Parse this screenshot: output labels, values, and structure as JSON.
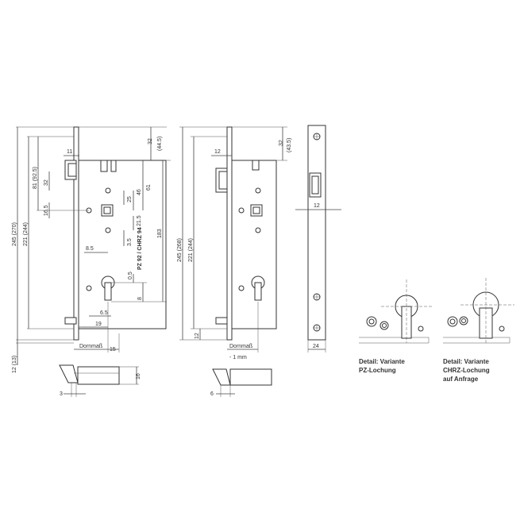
{
  "colors": {
    "line": "#444444",
    "text": "#333333",
    "background": "#ffffff"
  },
  "view1": {
    "labels": {
      "d11": "11",
      "d32": "32",
      "d44_5": "(44.5)",
      "d245": "245 (270)",
      "d221": "221 (244)",
      "d81": "81 (92.5)",
      "d32b": "32",
      "d16_5": "16.5",
      "d25": "25",
      "d46": "46",
      "d61": "61",
      "d183": "183",
      "d3_5": "3.5",
      "d21_5": "21.5",
      "d8_5": "8.5",
      "dpz": "PZ 92 / CHRZ 94",
      "d0_5": "0.5",
      "d8": "8",
      "d6_5": "6.5",
      "d19": "19",
      "d12": "12 (13)",
      "dorn": "Dornmaß",
      "d15": "15",
      "d16": "16",
      "d3": "3"
    }
  },
  "view2": {
    "labels": {
      "d12": "12",
      "d32": "32",
      "d43_5": "(43.5)",
      "d245": "245 (268)",
      "d221": "221 (244)",
      "d12b": "12",
      "dorn": "Dornmaß",
      "dminus": "- 1 mm",
      "d6": "6"
    }
  },
  "view3": {
    "labels": {
      "d12": "12",
      "d24": "24"
    }
  },
  "details": {
    "pz": {
      "line1": "Detail: Variante",
      "line2": "PZ-Lochung"
    },
    "chrz": {
      "line1": "Detail: Variante",
      "line2": "CHRZ-Lochung",
      "line3": "auf Anfrage"
    }
  }
}
